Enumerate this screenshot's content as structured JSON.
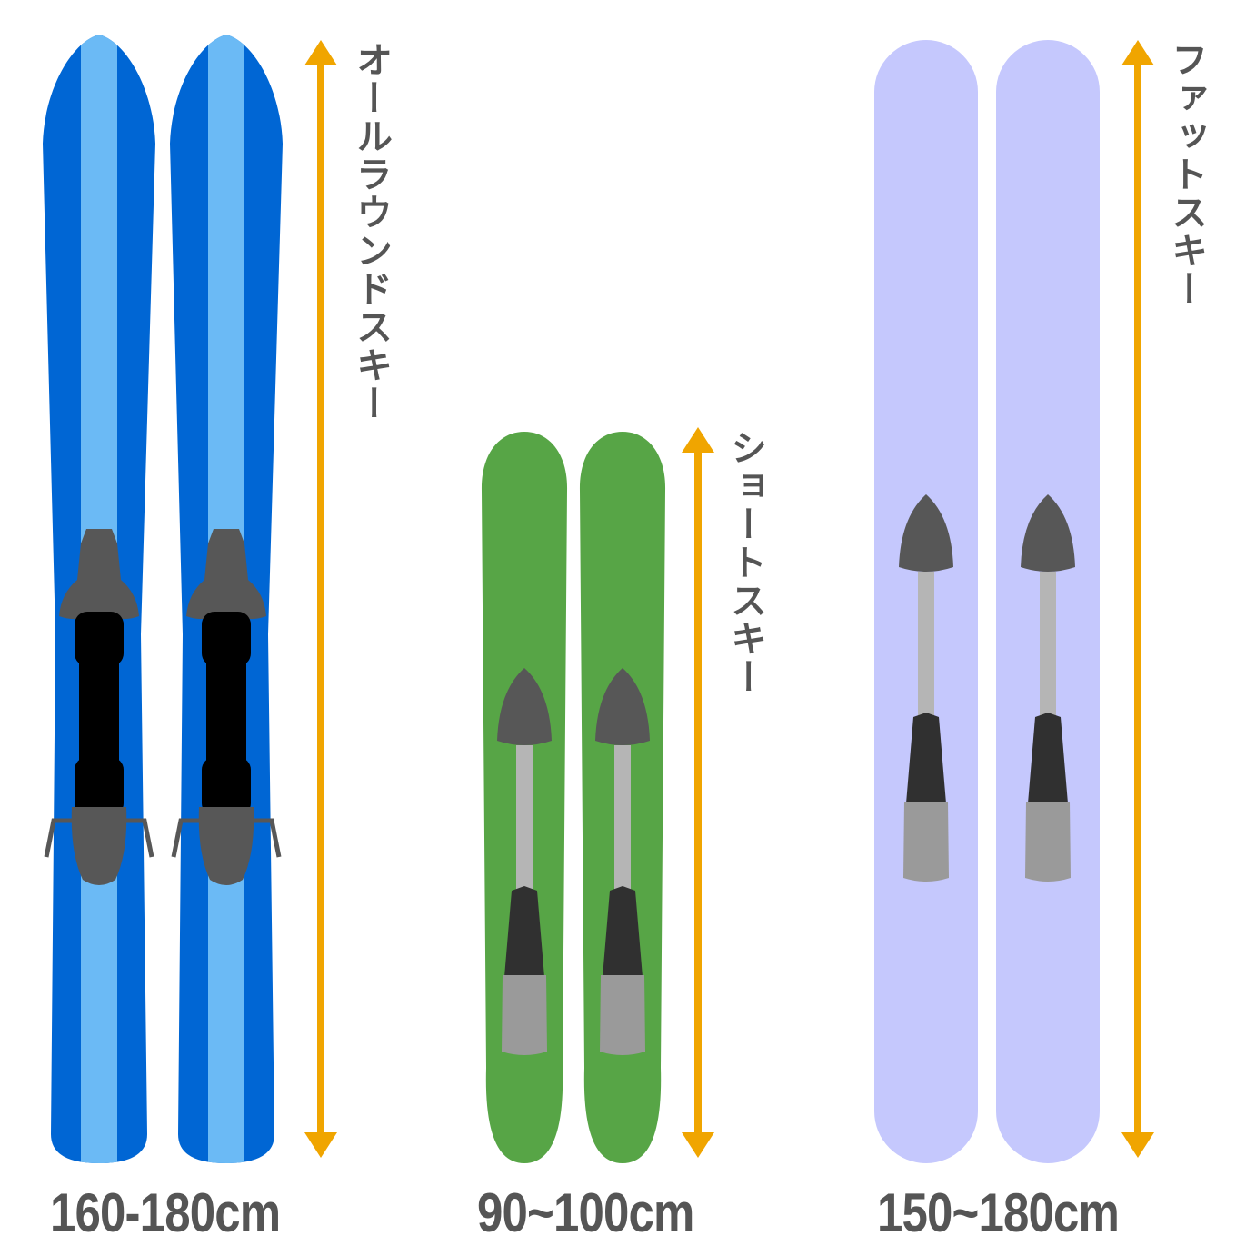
{
  "colors": {
    "arrow": "#f0a500",
    "allround_dark": "#0066d4",
    "allround_light": "#6bbaf5",
    "short": "#57a546",
    "fat": "#c5c8fd",
    "binding_dark": "#575757",
    "binding_black": "#000000",
    "label": "#555555"
  },
  "skis": [
    {
      "type": "オールラウンドスキー",
      "length": "160-180cm"
    },
    {
      "type": "ショートスキー",
      "length": "90~100cm"
    },
    {
      "type": "ファットスキー",
      "length": "150~180cm"
    }
  ]
}
